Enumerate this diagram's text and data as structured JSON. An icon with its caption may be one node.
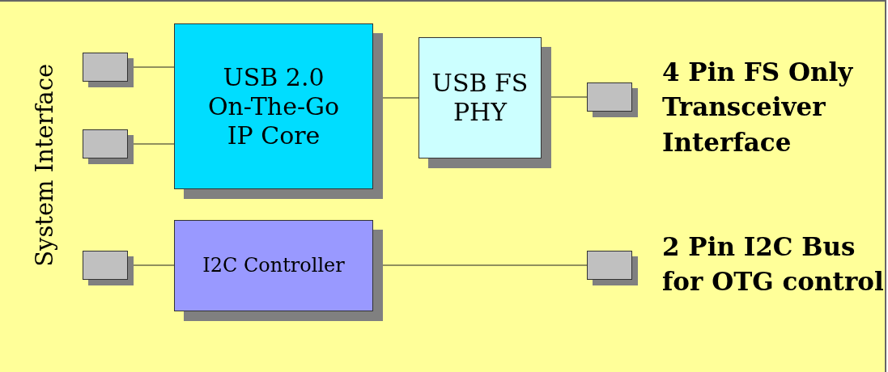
{
  "diagram": {
    "nodes": [
      {
        "text": [],
        "shape": "box"
      },
      {
        "text": [],
        "shape": "box"
      },
      {
        "text": [
          "USB 2.0 On-The-Go IP Core"
        ]
      },
      {
        "text": [
          "USB FS PHY"
        ]
      },
      {
        "text": [],
        "shape": "box"
      },
      {
        "text": [],
        "shape": "box"
      },
      {
        "text": [
          "I2C Controller"
        ]
      },
      {
        "text": [],
        "shape": "box"
      }
    ],
    "edges": [
      {
        "from": 0,
        "to": 2,
        "arrow": "none"
      },
      {
        "from": 1,
        "to": 2,
        "arrow": "none"
      },
      {
        "from": 2,
        "to": 3,
        "arrow": "none"
      },
      {
        "from": 3,
        "to": 4,
        "arrow": "none"
      },
      {
        "from": 5,
        "to": 6,
        "arrow": "none"
      },
      {
        "from": 6,
        "to": 7,
        "arrow": "none"
      }
    ],
    "labels": [
      "System Interface",
      "4 Pin FS Only Transceiver Interface",
      "2 Pin I2C Bus for OTG control"
    ]
  }
}
